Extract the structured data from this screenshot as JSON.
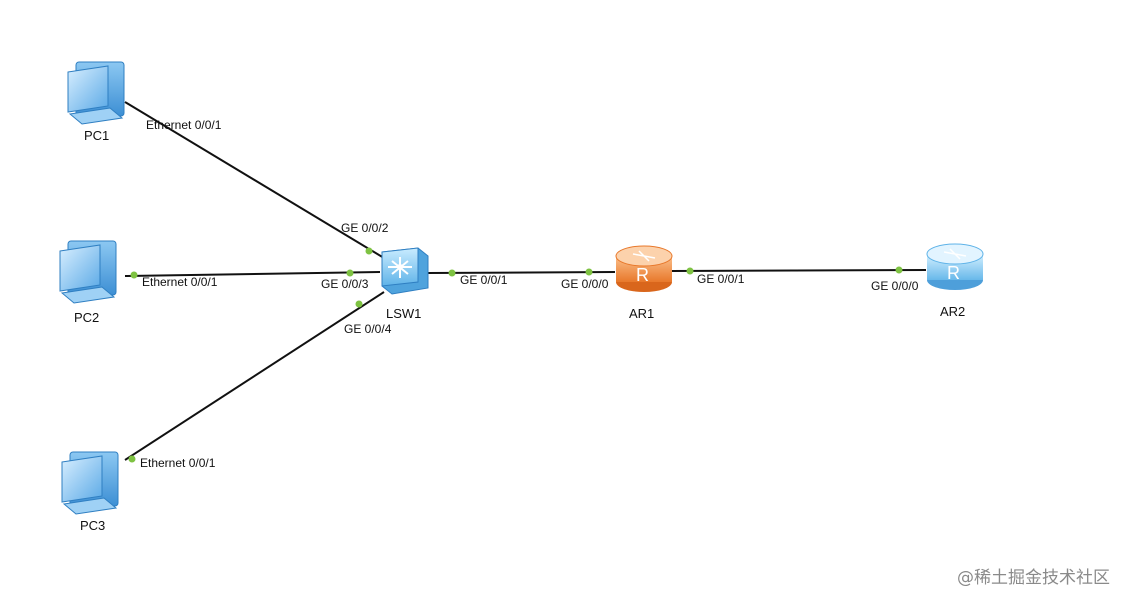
{
  "nodes": {
    "pc1": {
      "label": "PC1",
      "icon": "pc-icon"
    },
    "pc2": {
      "label": "PC2",
      "icon": "pc-icon"
    },
    "pc3": {
      "label": "PC3",
      "icon": "pc-icon"
    },
    "lsw1": {
      "label": "LSW1",
      "icon": "switch-icon"
    },
    "ar1": {
      "label": "AR1",
      "icon": "router-icon",
      "letter": "R"
    },
    "ar2": {
      "label": "AR2",
      "icon": "router-icon",
      "letter": "R"
    }
  },
  "ports": {
    "pc1_eth": "Ethernet 0/0/1",
    "pc2_eth": "Ethernet 0/0/1",
    "pc3_eth": "Ethernet 0/0/1",
    "lsw1_ge2": "GE 0/0/2",
    "lsw1_ge3": "GE 0/0/3",
    "lsw1_ge4": "GE 0/0/4",
    "lsw1_ge1": "GE 0/0/1",
    "ar1_ge0": "GE 0/0/0",
    "ar1_ge1": "GE 0/0/1",
    "ar2_ge0": "GE 0/0/0"
  },
  "links": [
    {
      "from": "PC1",
      "to": "LSW1"
    },
    {
      "from": "PC2",
      "to": "LSW1"
    },
    {
      "from": "PC3",
      "to": "LSW1"
    },
    {
      "from": "LSW1",
      "to": "AR1"
    },
    {
      "from": "AR1",
      "to": "AR2"
    }
  ],
  "colors": {
    "link": "#111111",
    "port_dot": "#7ec242",
    "pc_blue": "#5aa9e6",
    "switch_blue": "#7cc3ee",
    "router_ar1": "#f08a3c",
    "router_ar2": "#7cc3ee"
  },
  "watermark": "@稀土掘金技术社区"
}
